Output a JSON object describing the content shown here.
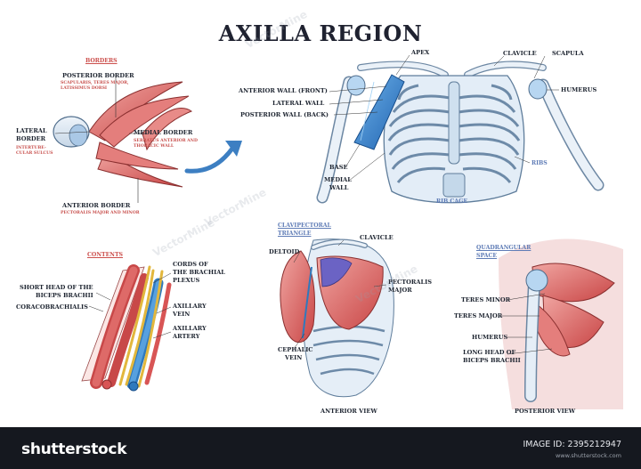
{
  "title": "AXILLA REGION",
  "borders": {
    "heading": "BORDERS",
    "posterior": {
      "label": "POSTERIOR BORDER",
      "sub1": "SCAPULARIS, TERES MAJOR,",
      "sub2": "LATISSIMUS DORSI"
    },
    "lateral": {
      "label1": "LATERAL",
      "label2": "BORDER",
      "sub1": "INTERTUBE-",
      "sub2": "CULAR SULCUS"
    },
    "medial": {
      "label": "MEDIAL BORDER",
      "sub1": "SERRATUS ANTERIOR AND",
      "sub2": "THORACIC WALL"
    },
    "anterior": {
      "label": "ANTERIOR BORDER",
      "sub": "PECTORALIS MAJOR AND MINOR"
    }
  },
  "cage": {
    "apex": "APEX",
    "clavicle": "CLAVICLE",
    "scapula": "SCAPULA",
    "humerus": "HUMERUS",
    "anterior_wall": "ANTERIOR WALL (FRONT)",
    "lateral_wall": "LATERAL WALL",
    "posterior_wall": "POSTERIOR WALL (BACK)",
    "base": "BASE",
    "medial_wall1": "MEDIAL",
    "medial_wall2": "WALL",
    "ribs": "RIBS",
    "rib_cage": "RIB CAGE"
  },
  "contents": {
    "heading": "CONTENTS",
    "short_head1": "SHORT HEAD OF THE",
    "short_head2": "BICEPS BRACHII",
    "coracobrachialis": "CORACOBRACHIALIS",
    "cords1": "CORDS OF",
    "cords2": "THE BRACHIAL",
    "cords3": "PLEXUS",
    "vein1": "AXILLARY",
    "vein2": "VEIN",
    "artery1": "AXILLARY",
    "artery2": "ARTERY"
  },
  "anterior_view": {
    "triangle1": "CLAVIPECTORAL",
    "triangle2": "TRIANGLE",
    "clavicle": "CLAVICLE",
    "deltoid": "DELTOID",
    "pect1": "PECTORALIS",
    "pect2": "MAJOR",
    "cephalic1": "CEPHALIC",
    "cephalic2": "VEIN",
    "caption": "ANTERIOR VIEW"
  },
  "posterior_view": {
    "space1": "QUADRANGULAR",
    "space2": "SPACE",
    "teres_minor": "TERES MINOR",
    "teres_major": "TERES MAJOR",
    "humerus": "HUMERUS",
    "long_head1": "LONG HEAD OF",
    "long_head2": "BICEPS BRACHII",
    "caption": "POSTERIOR VIEW"
  },
  "watermark": "VectorMine",
  "footer": {
    "brand": "shutterstock",
    "image_id": "IMAGE ID: 2395212947",
    "site": "www.shutterstock.com"
  },
  "colors": {
    "muscle": "#d9595a",
    "bone": "#dfe9f3",
    "vein": "#3b88c9",
    "nerve": "#e8c34a",
    "accent": "#3d7fc2"
  }
}
